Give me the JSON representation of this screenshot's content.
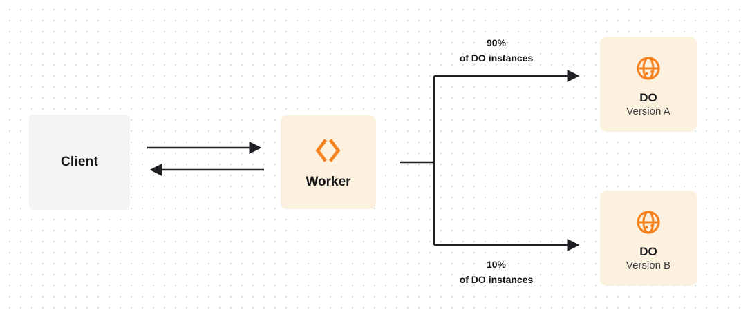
{
  "diagram": {
    "client": {
      "label": "Client"
    },
    "worker": {
      "label": "Worker"
    },
    "do_a": {
      "title": "DO",
      "subtitle": "Version A"
    },
    "do_b": {
      "title": "DO",
      "subtitle": "Version B"
    },
    "edge_top": {
      "pct": "90%",
      "caption": "of DO instances"
    },
    "edge_bottom": {
      "pct": "10%",
      "caption": "of DO instances"
    },
    "colors": {
      "accent_orange": "#f6821f",
      "node_cream": "#fcf0df",
      "client_gray": "#f4f4f6",
      "connector_dark": "#1f2023"
    }
  }
}
